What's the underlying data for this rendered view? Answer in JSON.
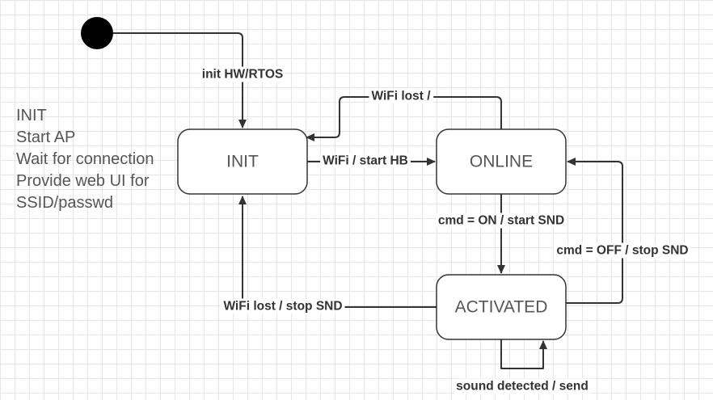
{
  "colors": {
    "line": "#333333",
    "state_border": "#333333",
    "state_fill": "#ffffff",
    "state_text": "#555555",
    "note_text": "#555555",
    "grid": "#e6e6e6"
  },
  "states": {
    "init": "INIT",
    "online": "ONLINE",
    "activated": "ACTIVATED"
  },
  "transitions": {
    "start_to_init": "init HW/RTOS",
    "online_to_init": "WiFi lost /",
    "init_to_online": "WiFi / start HB",
    "online_to_activated": "cmd = ON / start SND",
    "activated_to_online": "cmd = OFF / stop SND",
    "activated_to_init": "WiFi lost / stop SND",
    "activated_self": "sound detected / send"
  },
  "note_lines": [
    "INIT",
    "Start AP",
    "Wait for connection",
    "Provide web UI for",
    "SSID/passwd"
  ]
}
